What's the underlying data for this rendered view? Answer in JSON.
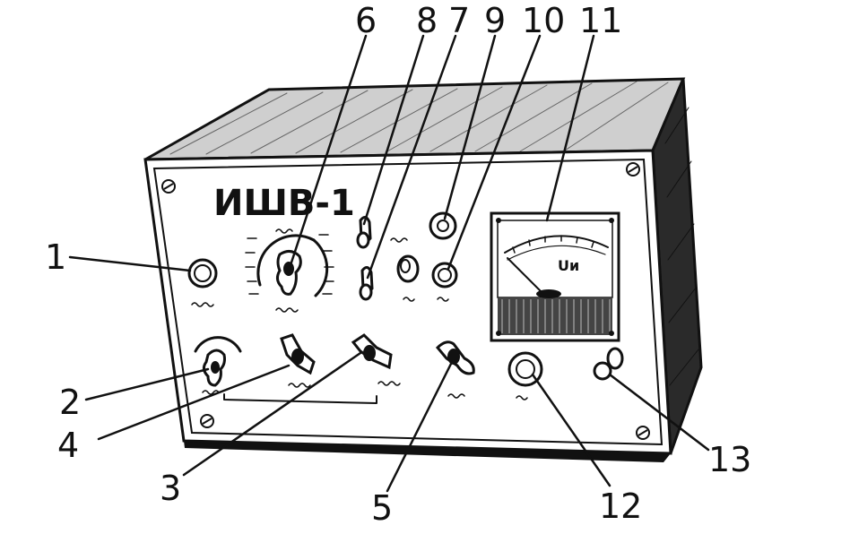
{
  "device": {
    "title": "ИШВ-1"
  },
  "meter": {
    "unit_label": "Uи"
  },
  "callouts": [
    {
      "id": "1",
      "label": "1"
    },
    {
      "id": "2",
      "label": "2"
    },
    {
      "id": "3",
      "label": "3"
    },
    {
      "id": "4",
      "label": "4"
    },
    {
      "id": "5",
      "label": "5"
    },
    {
      "id": "6",
      "label": "6"
    },
    {
      "id": "7",
      "label": "7"
    },
    {
      "id": "8",
      "label": "8"
    },
    {
      "id": "9",
      "label": "9"
    },
    {
      "id": "10",
      "label": "10"
    },
    {
      "id": "11",
      "label": "11"
    },
    {
      "id": "12",
      "label": "12"
    },
    {
      "id": "13",
      "label": "13"
    }
  ],
  "colors": {
    "ink": "#111111",
    "paper": "#ffffff"
  }
}
